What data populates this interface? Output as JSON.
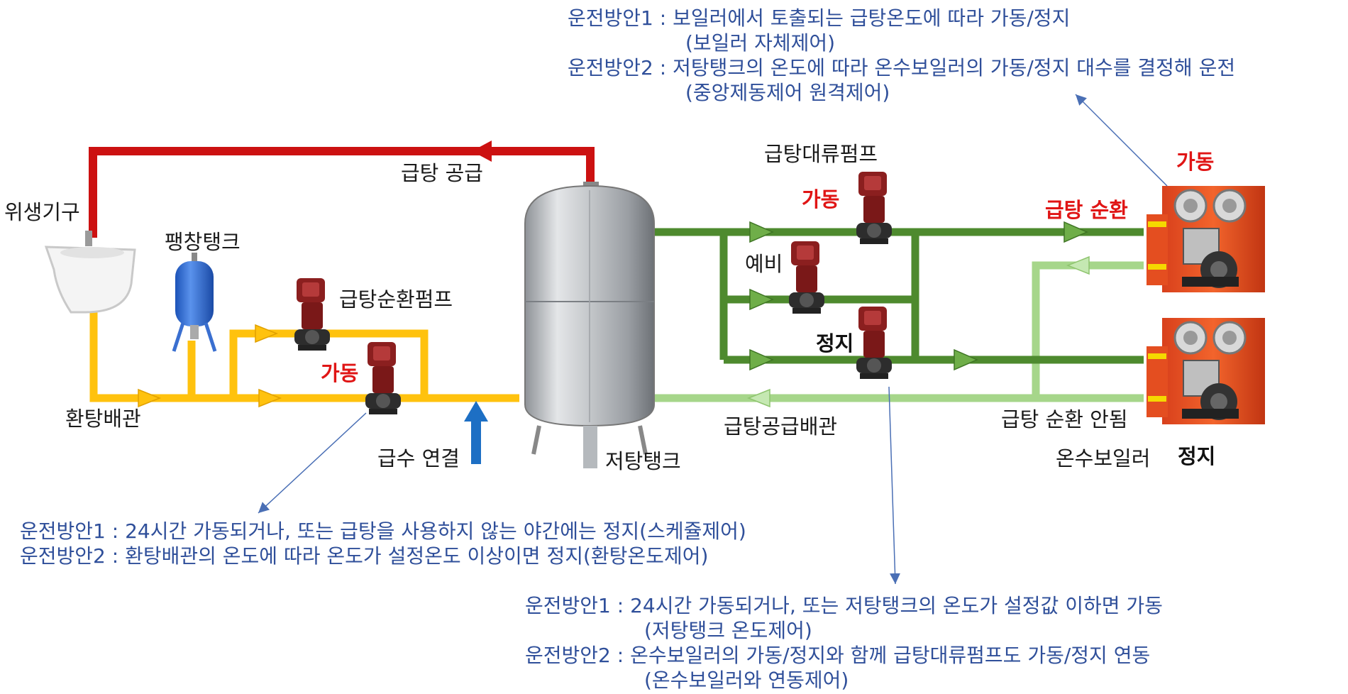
{
  "labels": {
    "fixture": "위생기구",
    "expansion_tank": "팽창탱크",
    "return_pipe": "환탕배관",
    "recirc_pump": "급탕순환펌프",
    "recirc_pump_state": "가동",
    "water_supply": "급수 연결",
    "storage_tank": "저탕탱크",
    "hot_supply": "급탕 공급",
    "convection_pump": "급탕대류펌프",
    "pump1_state": "가동",
    "pump2_state": "예비",
    "pump3_state": "정지",
    "supply_pipe": "급탕공급배관",
    "circulation_on": "급탕 순환",
    "circulation_off": "급탕 순환 안됨",
    "boiler": "온수보일러",
    "boiler_top_state": "가동",
    "boiler_bottom_state": "정지"
  },
  "notes": {
    "boiler": [
      "운전방안1 : 보일러에서 토출되는 급탕온도에 따라 가동/정지",
      "(보일러 자체제어)",
      "운전방안2 : 저탕탱크의 온도에 따라 온수보일러의 가동/정지 대수를 결정해 운전",
      "(중앙제동제어 원격제어)"
    ],
    "recirc": [
      "운전방안1 : 24시간 가동되거나, 또는 급탕을 사용하지 않는 야간에는 정지(스케쥴제어)",
      "운전방안2 : 환탕배관의 온도에 따라 온도가 설정온도 이상이면 정지(환탕온도제어)"
    ],
    "convection": [
      "운전방안1 : 24시간 가동되거나, 또는 저탕탱크의 온도가 설정값 이하면 가동",
      "(저탕탱크 온도제어)",
      "운전방안2 : 온수보일러의 가동/정지와 함께 급탕대류펌프도 가동/정지 연동",
      "(온수보일러와 연동제어)"
    ]
  },
  "colors": {
    "hot_supply_pipe": "#cc1111",
    "return_pipe": "#ffc20e",
    "boiler_loop_dark": "#4e8a2e",
    "boiler_loop_light": "#a6d68a",
    "cold_water": "#1d6fc4",
    "note_text": "#2f4f9a",
    "status_red": "#e01515"
  }
}
